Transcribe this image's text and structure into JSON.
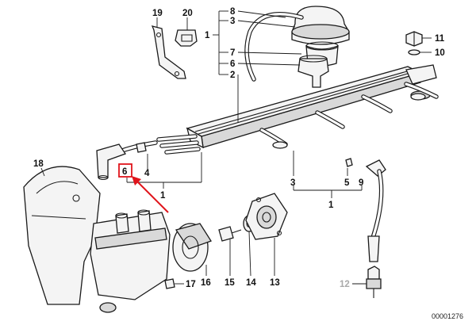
{
  "diagram": {
    "doc_number": "00001276",
    "highlight_color": "#e0141b",
    "callouts": {
      "c1": "1",
      "c2": "2",
      "c3": "3",
      "c4": "4",
      "c5": "5",
      "c6": "6",
      "c7": "7",
      "c8": "8",
      "c9": "9",
      "c10": "10",
      "c11": "11",
      "c12": "12",
      "c13": "13",
      "c14": "14",
      "c15": "15",
      "c16": "16",
      "c17": "17",
      "c18": "18",
      "c19": "19",
      "c20": "20"
    }
  }
}
